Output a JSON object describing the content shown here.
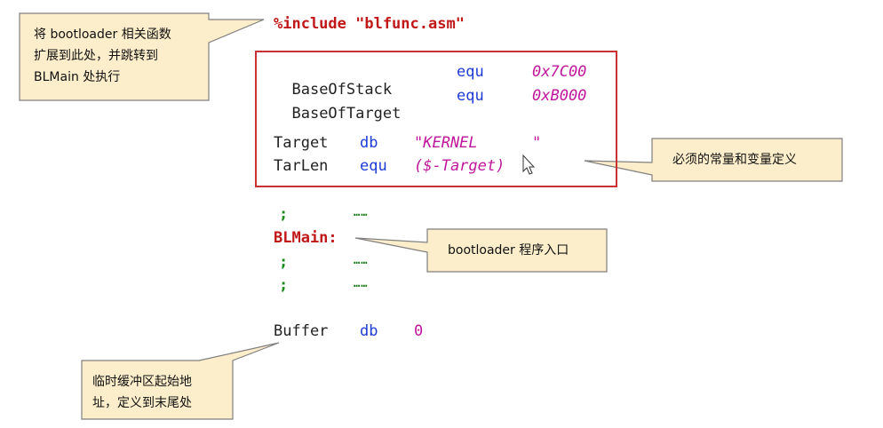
{
  "include_line": "%include \"blfunc.asm\"",
  "constants": [
    {
      "name": "BaseOfStack",
      "op": "equ",
      "value": "0x7C00"
    },
    {
      "name": "BaseOfTarget",
      "op": "equ",
      "value": "0xB000"
    }
  ],
  "target_line": {
    "name": "Target",
    "op": "db",
    "value": "\"KERNEL      \""
  },
  "tarlen_line": {
    "name": "TarLen",
    "op": "equ",
    "value": "($-Target)"
  },
  "comment_semicolon": ";",
  "ellipsis": "……",
  "blmain_label": "BLMain:",
  "buffer_line": {
    "name": "Buffer",
    "op": "db",
    "value": "0"
  },
  "callouts": {
    "include_note": [
      "将 bootloader 相关函数",
      "扩展到此处，并跳转到",
      "BLMain 处执行"
    ],
    "constants_note": [
      "必须的常量和变量定义"
    ],
    "blmain_note": [
      "bootloader 程序入口"
    ],
    "buffer_note": [
      "临时缓冲区起始地",
      "址，定义到末尾处"
    ]
  },
  "colors": {
    "callout_fill": "#fdeecb",
    "callout_border": "#7f7f7f",
    "box_border": "#c93232",
    "keyword": "#1f3bd6",
    "value": "#c0169c",
    "label": "#c01818",
    "comment": "#1a8a1a"
  }
}
